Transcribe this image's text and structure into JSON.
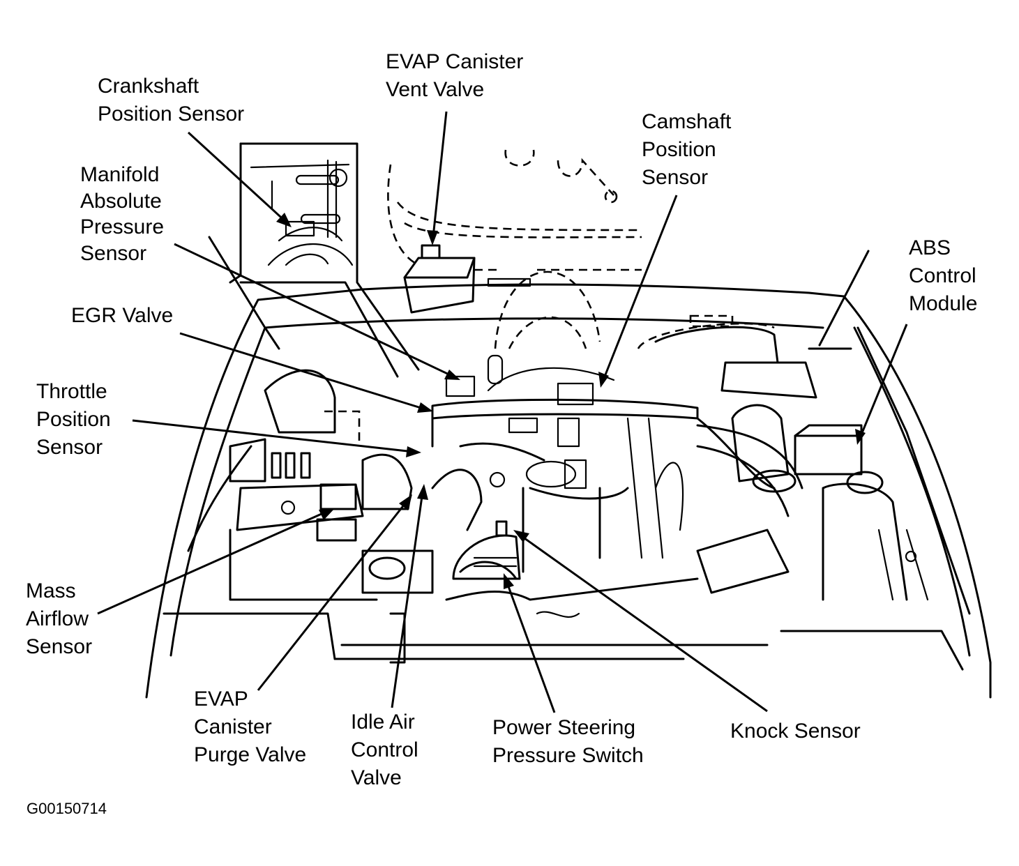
{
  "figure_id": "G00150714",
  "labels": {
    "crankshaft": "Crankshaft\nPosition Sensor",
    "evap_vent": "EVAP Canister\nVent Valve",
    "camshaft": "Camshaft\nPosition\nSensor",
    "map": "Manifold\nAbsolute\nPressure\nSensor",
    "abs": "ABS\nControl\nModule",
    "egr": "EGR Valve",
    "tps": "Throttle\nPosition\nSensor",
    "maf": "Mass\nAirflow\nSensor",
    "evap_purge": "EVAP\nCanister\nPurge Valve",
    "iac": "Idle Air\nControl\nValve",
    "ps_switch": "Power Steering\nPressure Switch",
    "knock": "Knock Sensor"
  },
  "components": [
    "Crankshaft Position Sensor",
    "EVAP Canister Vent Valve",
    "Camshaft Position Sensor",
    "Manifold Absolute Pressure Sensor",
    "ABS Control Module",
    "EGR Valve",
    "Throttle Position Sensor",
    "Mass Airflow Sensor",
    "EVAP Canister Purge Valve",
    "Idle Air Control Valve",
    "Power Steering Pressure Switch",
    "Knock Sensor"
  ]
}
